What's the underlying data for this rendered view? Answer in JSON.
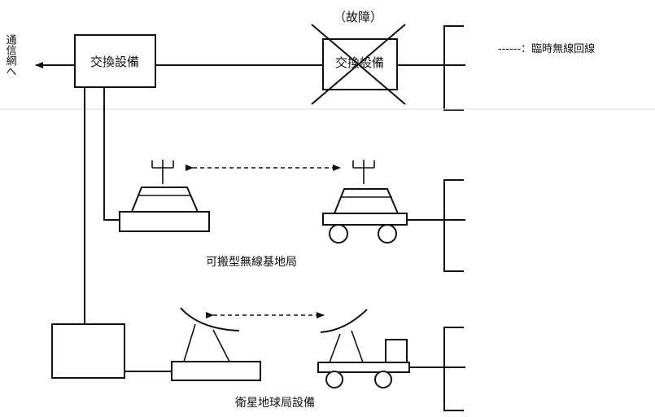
{
  "labels": {
    "to_network": "通信網へ",
    "exchange_left": "交換設備",
    "exchange_right": "交換設備",
    "fault_note": "（故障）",
    "legend": "------：臨時無線回線",
    "mobile_base_station": "可搬型無線基地局",
    "satellite_station": "衛星地球局設備"
  },
  "colors": {
    "ink": "#111111",
    "background": "#ffffff"
  }
}
